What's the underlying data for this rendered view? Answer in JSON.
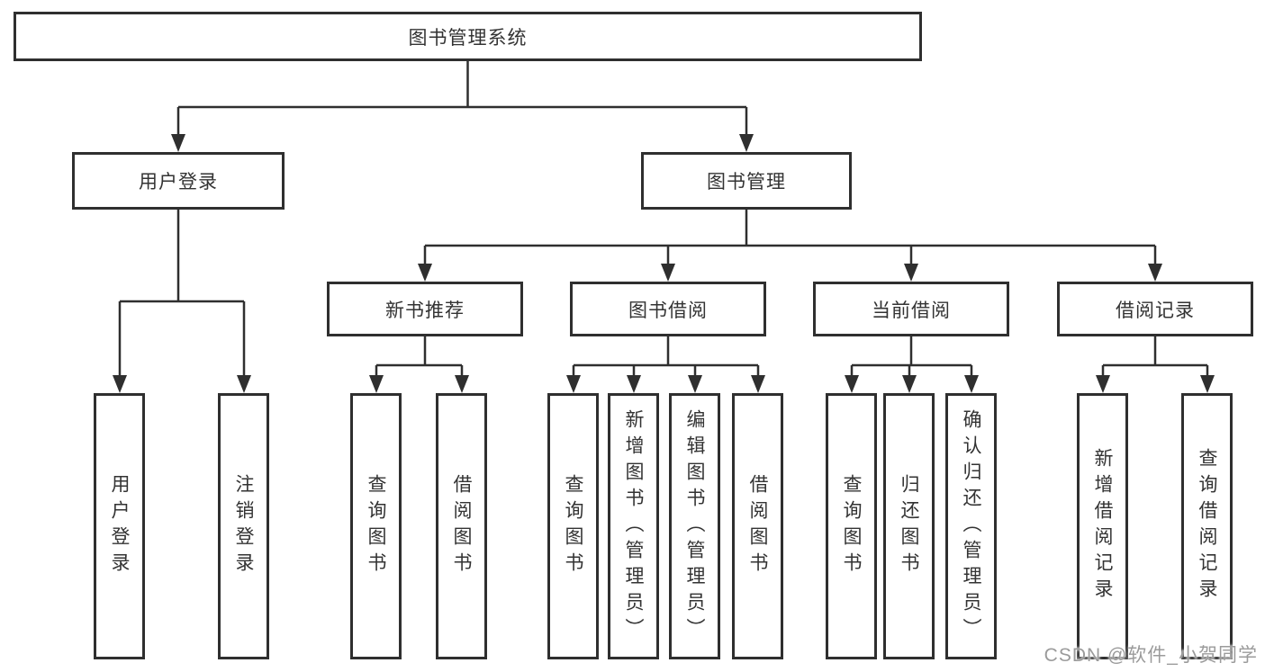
{
  "colors": {
    "background": "#ffffff",
    "line": "#2f2f2f",
    "box_border": "#2f2f2f",
    "text": "#333333",
    "watermark": "#9b9b9b"
  },
  "diagram": {
    "root": {
      "label": "图书管理系统"
    },
    "level2": [
      {
        "label": "用户登录"
      },
      {
        "label": "图书管理"
      }
    ],
    "level3": [
      {
        "label": "新书推荐"
      },
      {
        "label": "图书借阅"
      },
      {
        "label": "当前借阅"
      },
      {
        "label": "借阅记录"
      }
    ],
    "leaves": {
      "user_login": [
        {
          "label": "用户登录"
        },
        {
          "label": "注销登录"
        }
      ],
      "new_book": [
        {
          "label": "查询图书"
        },
        {
          "label": "借阅图书"
        }
      ],
      "book_borrow": [
        {
          "label": "查询图书"
        },
        {
          "label": "新增图书（管理员）"
        },
        {
          "label": "编辑图书（管理员）"
        },
        {
          "label": "借阅图书"
        }
      ],
      "current_borrow": [
        {
          "label": "查询图书"
        },
        {
          "label": "归还图书"
        },
        {
          "label": "确认归还（管理员）"
        }
      ],
      "borrow_record": [
        {
          "label": "新增借阅记录"
        },
        {
          "label": "查询借阅记录"
        }
      ]
    }
  },
  "watermark": {
    "text": "CSDN @软件_小贺同学"
  }
}
